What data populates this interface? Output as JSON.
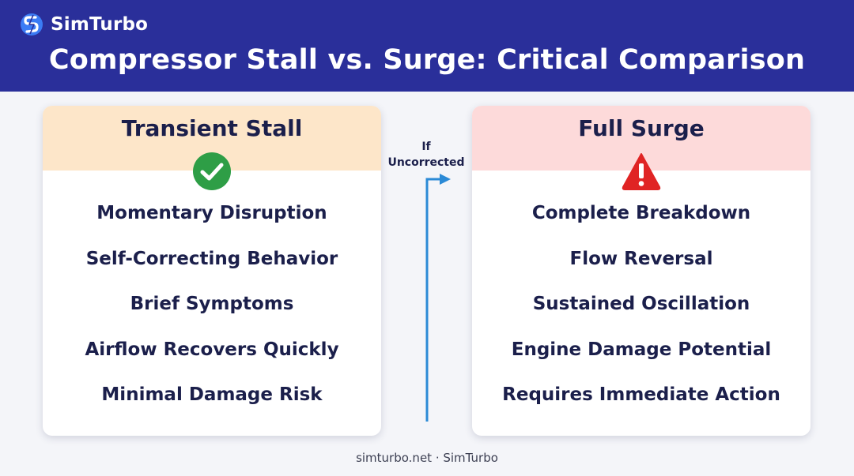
{
  "brand": {
    "name": "SimTurbo",
    "logo_icon": "lightning-s-logo-icon"
  },
  "title": "Compressor Stall vs. Surge: Critical Comparison",
  "colors": {
    "header_bg": "#2a2f9a",
    "stall_head_bg": "#fde6c9",
    "surge_head_bg": "#fddada",
    "check_green": "#2e9e46",
    "warning_red": "#e02424",
    "arrow_blue": "#2b8ad6",
    "text_dark": "#1b1f4b"
  },
  "left_card": {
    "title": "Transient Stall",
    "icon": "check-circle-icon",
    "items": [
      "Momentary Disruption",
      "Self-Correcting Behavior",
      "Brief Symptoms",
      "Airflow Recovers Quickly",
      "Minimal Damage Risk"
    ]
  },
  "connector": {
    "line1": "If",
    "line2": "Uncorrected",
    "icon": "arrow-right-icon"
  },
  "right_card": {
    "title": "Full Surge",
    "icon": "warning-triangle-icon",
    "items": [
      "Complete Breakdown",
      "Flow Reversal",
      "Sustained Oscillation",
      "Engine Damage Potential",
      "Requires Immediate Action"
    ]
  },
  "footer": "simturbo.net · SimTurbo"
}
